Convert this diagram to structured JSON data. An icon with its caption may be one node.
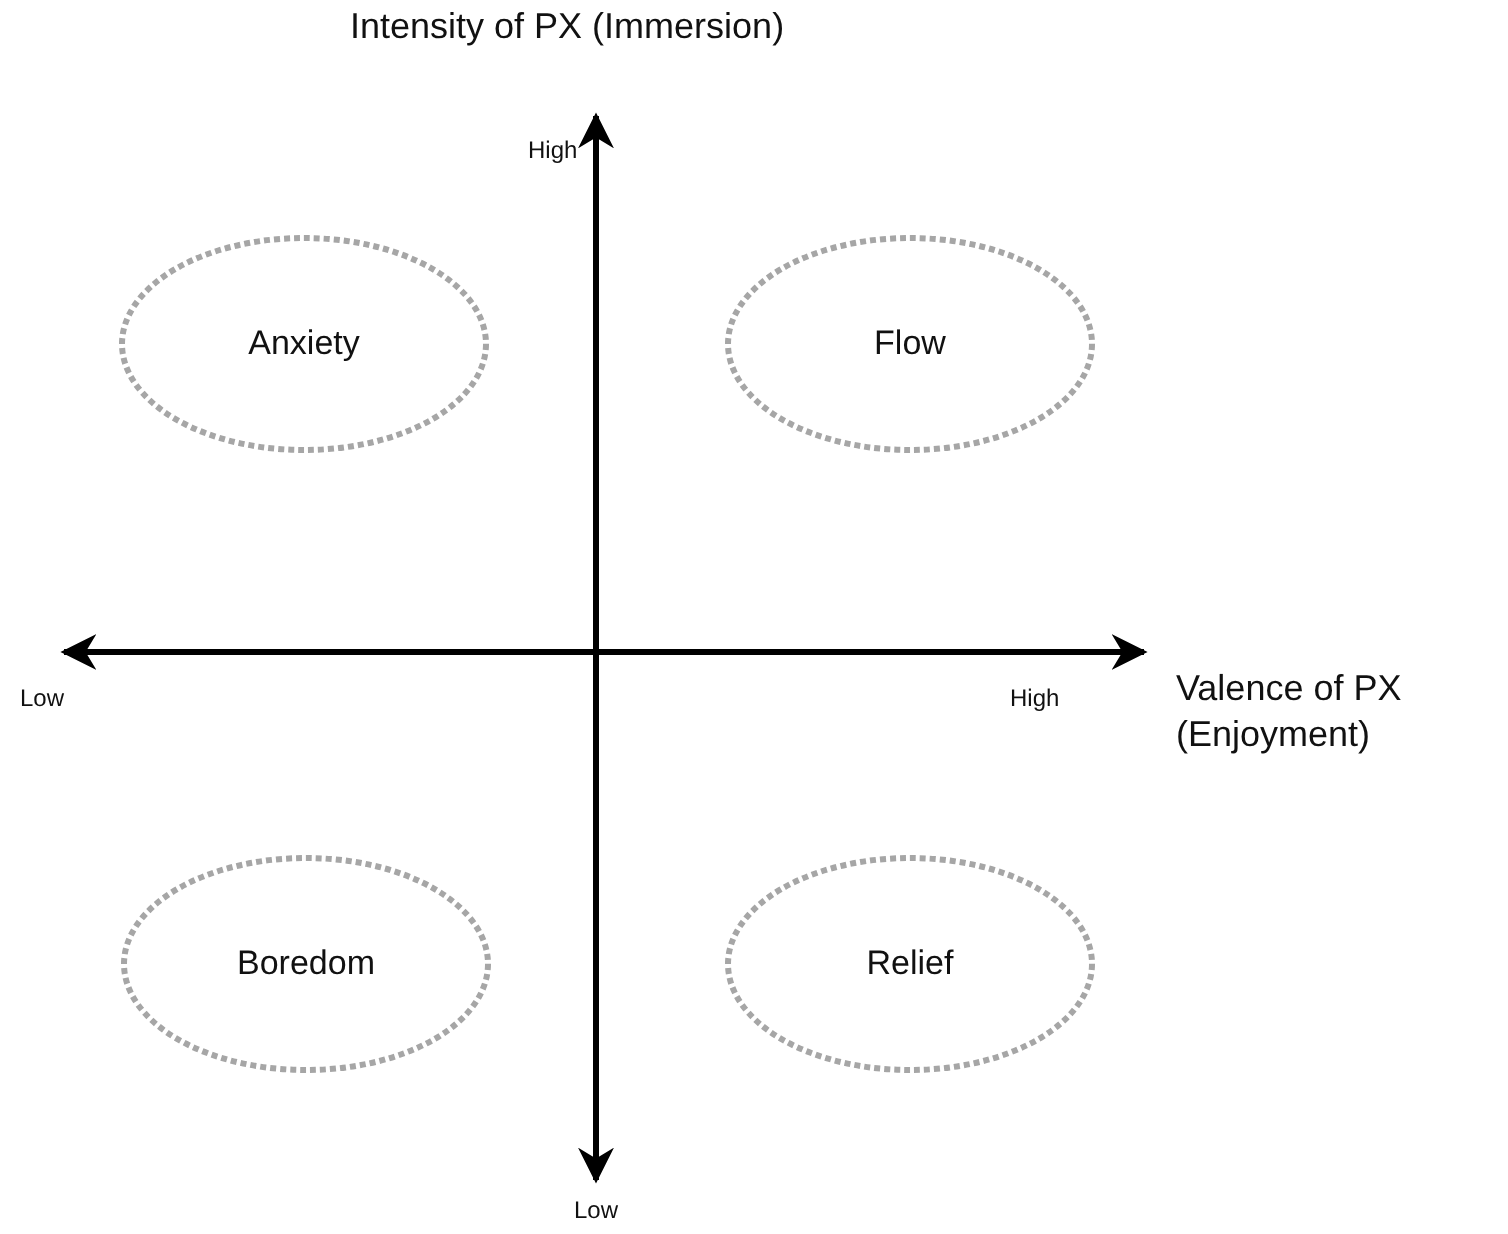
{
  "diagram": {
    "nodes": [
      {
        "text": [
          "Anxiety"
        ]
      },
      {
        "text": [
          "Flow"
        ]
      },
      {
        "text": [
          "Boredom"
        ]
      },
      {
        "text": [
          "Relief"
        ]
      }
    ],
    "labels": [
      "Intensity of PX (Immersion)",
      "High",
      "Low",
      "High",
      "Valence of PX (Enjoyment)",
      "Low"
    ]
  }
}
